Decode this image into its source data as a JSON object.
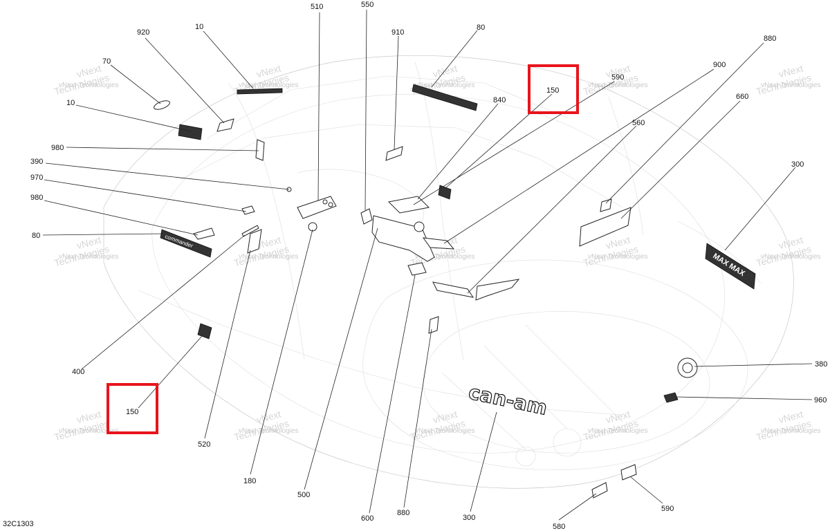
{
  "drawing_id": "32C1303",
  "highlight_color": "#e8141c",
  "watermark": {
    "line1": "vNext",
    "line2": "Technologies",
    "small": "vNext Technologies"
  },
  "brand_logo": "can-am",
  "decal_texts": {
    "commander": "commander",
    "maxmax": "MAX MAX"
  },
  "callouts": [
    {
      "label": "510"
    },
    {
      "label": "550"
    },
    {
      "label": "920"
    },
    {
      "label": "10"
    },
    {
      "label": "910"
    },
    {
      "label": "80"
    },
    {
      "label": "880"
    },
    {
      "label": "70"
    },
    {
      "label": "590"
    },
    {
      "label": "150"
    },
    {
      "label": "900"
    },
    {
      "label": "10"
    },
    {
      "label": "840"
    },
    {
      "label": "660"
    },
    {
      "label": "980"
    },
    {
      "label": "560"
    },
    {
      "label": "390"
    },
    {
      "label": "300"
    },
    {
      "label": "970"
    },
    {
      "label": "980"
    },
    {
      "label": "80"
    },
    {
      "label": "400"
    },
    {
      "label": "150"
    },
    {
      "label": "380"
    },
    {
      "label": "960"
    },
    {
      "label": "520"
    },
    {
      "label": "180"
    },
    {
      "label": "500"
    },
    {
      "label": "600"
    },
    {
      "label": "880"
    },
    {
      "label": "300"
    },
    {
      "label": "580"
    },
    {
      "label": "590"
    }
  ]
}
